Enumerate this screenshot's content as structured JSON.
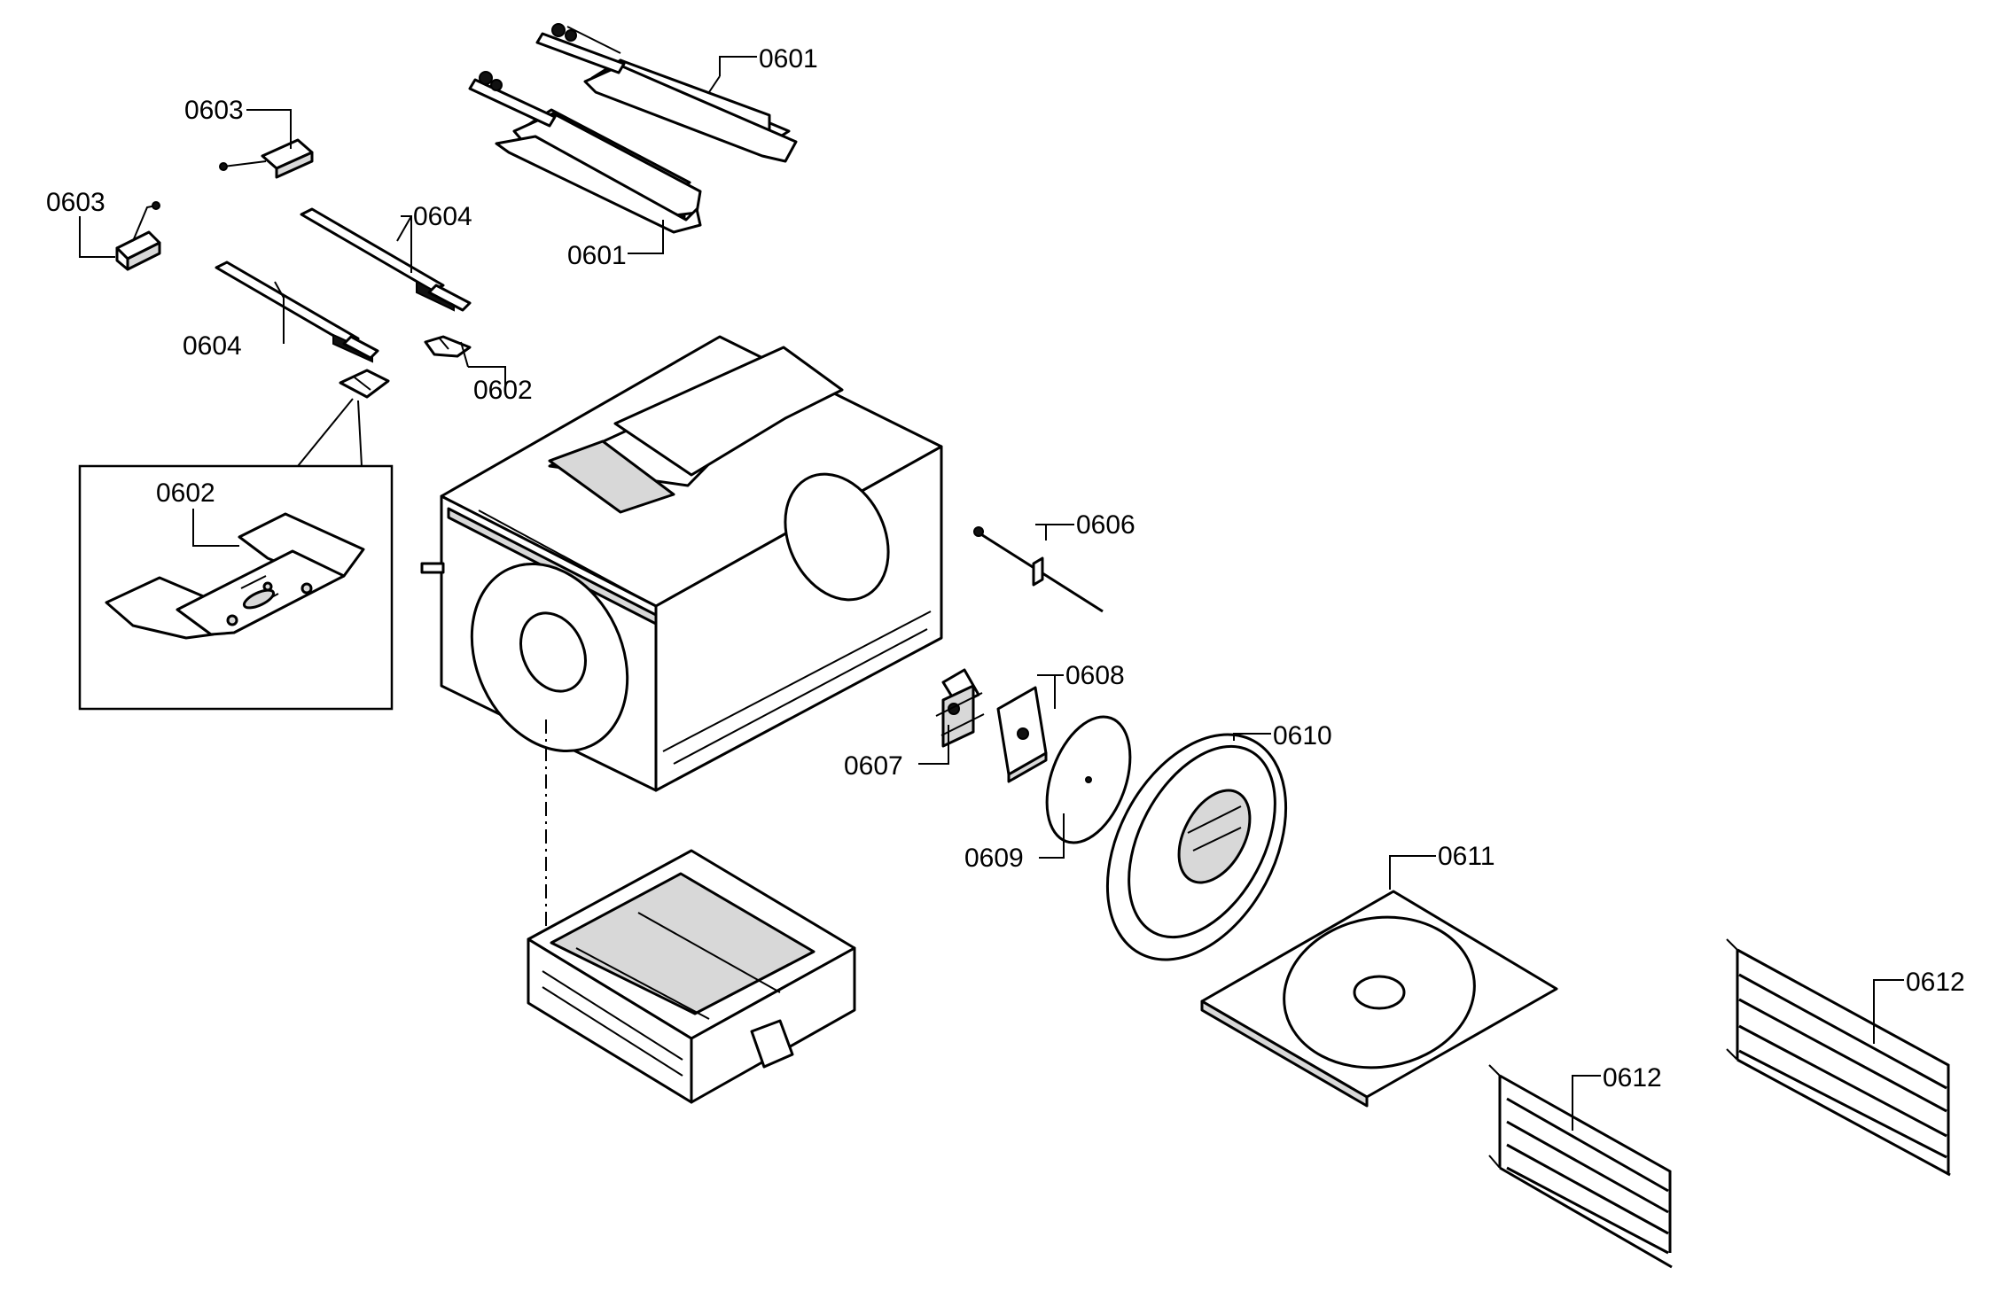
{
  "diagram": {
    "callouts": {
      "c0601_top": "0601",
      "c0601_bottom": "0601",
      "c0603_a": "0603",
      "c0603_b": "0603",
      "c0604_a": "0604",
      "c0604_b": "0604",
      "c0602_small": "0602",
      "c0602_detail": "0602",
      "c0606": "0606",
      "c0607": "0607",
      "c0608": "0608",
      "c0609": "0609",
      "c0610": "0610",
      "c0611": "0611",
      "c0612_a": "0612",
      "c0612_b": "0612"
    }
  }
}
